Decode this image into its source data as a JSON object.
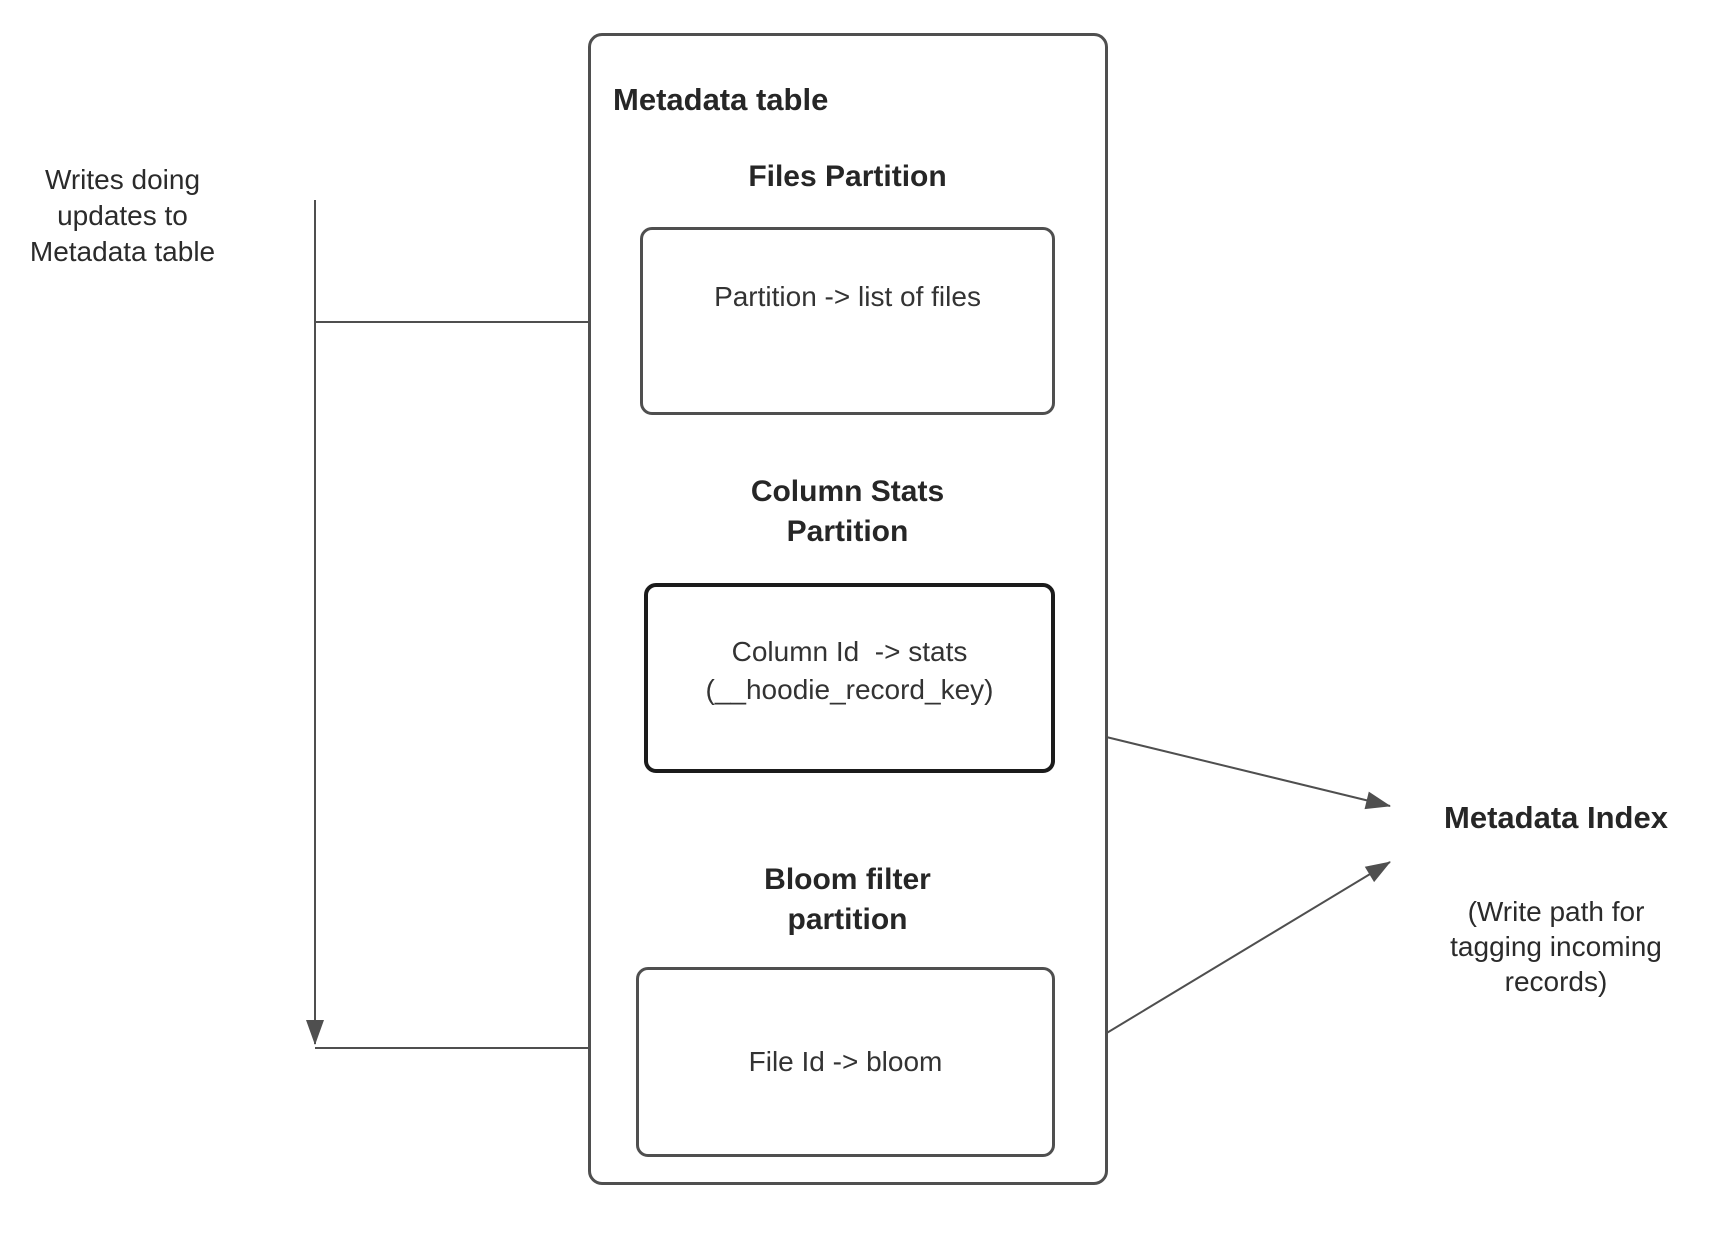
{
  "diagram": {
    "left_note": {
      "line1": "Writes doing",
      "line2": "updates to",
      "line3": "Metadata table"
    },
    "metadata_table": {
      "title": "Metadata table",
      "files": {
        "heading": "Files Partition",
        "content": "Partition -> list of files"
      },
      "column_stats": {
        "heading_line1": "Column Stats",
        "heading_line2": "Partition",
        "content_line1": "Column Id  -> stats",
        "content_line2": "(__hoodie_record_key)"
      },
      "bloom": {
        "heading_line1": "Bloom filter",
        "heading_line2": "partition",
        "content": "File Id -> bloom"
      }
    },
    "metadata_index": {
      "title": "Metadata Index",
      "subtitle_line1": "(Write path for",
      "subtitle_line2": "tagging incoming",
      "subtitle_line3": "records)"
    },
    "colors": {
      "line": "#4f4f4f",
      "box_border": "#4f4f4f",
      "stats_box_border": "#1b1b1b",
      "text": "#2b2b2b",
      "background": "#ffffff"
    }
  }
}
